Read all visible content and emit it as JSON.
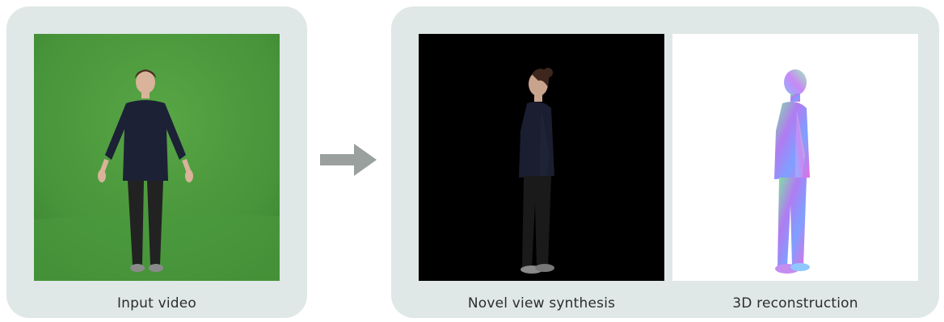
{
  "captions": {
    "input": "Input video",
    "novel": "Novel view synthesis",
    "reconstruction": "3D reconstruction"
  },
  "colors": {
    "panel": "#dfe8e6",
    "greenscreen": "#4a9a3c",
    "arrow": "#9aa09e",
    "novel_bg": "#000000",
    "recon_bg": "#ffffff"
  },
  "icons": {
    "arrow": "right-arrow-icon"
  }
}
